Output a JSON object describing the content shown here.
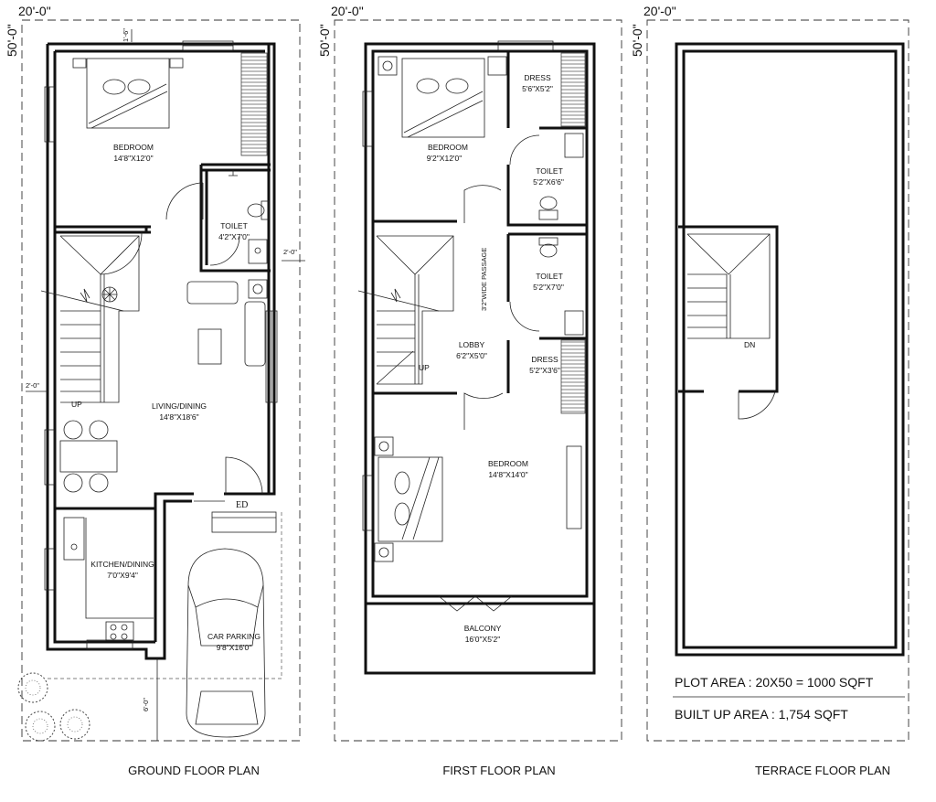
{
  "plot_dims": {
    "width": "20'-0\"",
    "depth": "50'-0\""
  },
  "ground_floor": {
    "title": "GROUND  FLOOR PLAN",
    "bedroom": {
      "name": "BEDROOM",
      "size": "14'8\"X12'0\""
    },
    "toilet": {
      "name": "TOILET",
      "size": "4'2\"X7'0\""
    },
    "living": {
      "name": "LIVING/DINING",
      "size": "14'8\"X18'6\""
    },
    "kitchen": {
      "name": "KITCHEN/DINING",
      "size": "7'0\"X9'4\""
    },
    "parking": {
      "name": "CAR PARKING",
      "size": "9'8\"X16'0\""
    },
    "stair_label": "UP",
    "entry_label": "ED",
    "dim_setback_top": "1'-6\"",
    "dim_side_right": "2'-0\"",
    "dim_side_left": "2'-0\"",
    "dim_front": "6'-0\""
  },
  "first_floor": {
    "title": "FIRST  FLOOR PLAN",
    "bedroom1": {
      "name": "BEDROOM",
      "size": "9'2\"X12'0\""
    },
    "dress1": {
      "name": "DRESS",
      "size": "5'6\"X5'2\""
    },
    "toilet1": {
      "name": "TOILET",
      "size": "5'2\"X6'6\""
    },
    "toilet2": {
      "name": "TOILET",
      "size": "5'2\"X7'0\""
    },
    "dress2": {
      "name": "DRESS",
      "size": "5'2\"X3'6\""
    },
    "lobby": {
      "name": "LOBBY",
      "size": "6'2\"X5'0\""
    },
    "passage": "3'2\"WIDE PASSAGE",
    "bedroom2": {
      "name": "BEDROOM",
      "size": "14'8\"X14'0\""
    },
    "balcony": {
      "name": "BALCONY",
      "size": "16'0\"X5'2\""
    },
    "stair_label": "UP"
  },
  "terrace": {
    "title": "TERRACE  FLOOR PLAN",
    "stair_label": "DN",
    "plot_area": "PLOT AREA : 20X50 = 1000 SQFT",
    "built_up_area": "BUILT UP AREA : 1,754 SQFT"
  }
}
